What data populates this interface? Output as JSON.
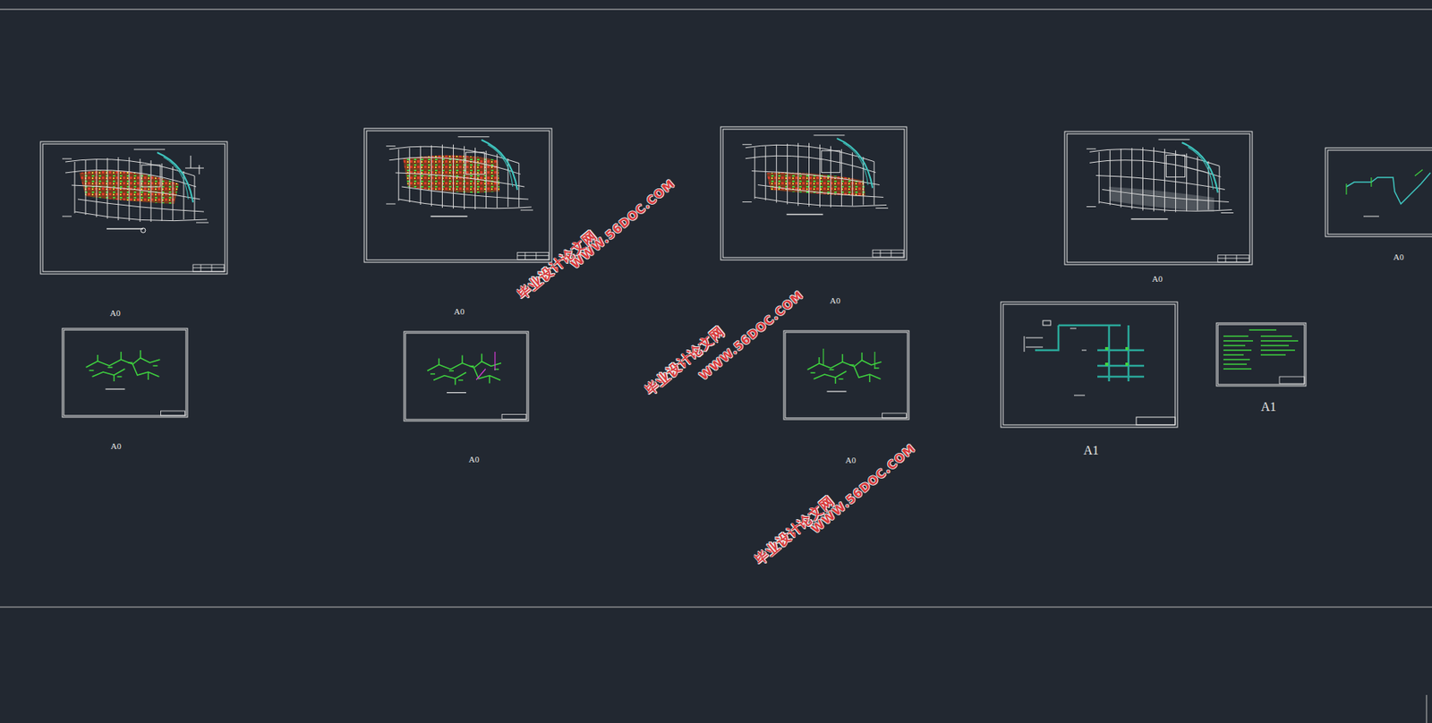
{
  "diagram": {
    "labels": [
      "A0",
      "A0",
      "A0",
      "A0",
      "A0",
      "A0",
      "A0",
      "A0",
      "A1",
      "A1",
      "毕业设计论文网",
      "WWW.56DOC.COM",
      "毕业设计论文网",
      "WWW.56DOC.COM",
      "毕业设计论文网",
      "WWW.56DOC.COM"
    ]
  }
}
